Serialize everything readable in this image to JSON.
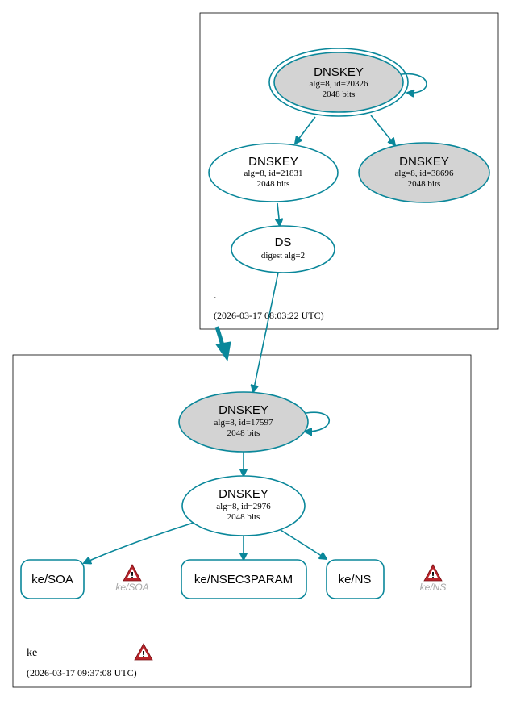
{
  "colors": {
    "edge": "#0a879a",
    "node_fill_grey": "#d3d3d3",
    "node_fill_white": "#ffffff",
    "warning": "#b8242a",
    "ghost_text": "#a8a8a8"
  },
  "zones": [
    {
      "name": ".",
      "timestamp": "(2026-03-17 08:03:22 UTC)"
    },
    {
      "name": "ke",
      "timestamp": "(2026-03-17 09:37:08 UTC)",
      "warning_icon": "warning-triangle-icon"
    }
  ],
  "nodes": {
    "root_ksk": {
      "type": "DNSKEY",
      "line1": "alg=8, id=20326",
      "line2": "2048 bits",
      "fill": "grey",
      "double_border": true
    },
    "root_zsk_active": {
      "type": "DNSKEY",
      "line1": "alg=8, id=21831",
      "line2": "2048 bits",
      "fill": "white"
    },
    "root_zsk_other": {
      "type": "DNSKEY",
      "line1": "alg=8, id=38696",
      "line2": "2048 bits",
      "fill": "grey"
    },
    "ke_ds": {
      "type": "DS",
      "line1": "digest alg=2",
      "fill": "white"
    },
    "ke_ksk": {
      "type": "DNSKEY",
      "line1": "alg=8, id=17597",
      "line2": "2048 bits",
      "fill": "grey"
    },
    "ke_zsk": {
      "type": "DNSKEY",
      "line1": "alg=8, id=2976",
      "line2": "2048 bits",
      "fill": "white"
    }
  },
  "rrsets": [
    {
      "label": "ke/SOA"
    },
    {
      "label": "ke/NSEC3PARAM"
    },
    {
      "label": "ke/NS"
    }
  ],
  "ghost_rrsets": [
    {
      "label": "ke/SOA",
      "icon": "warning-triangle-icon"
    },
    {
      "label": "ke/NS",
      "icon": "warning-triangle-icon"
    }
  ]
}
